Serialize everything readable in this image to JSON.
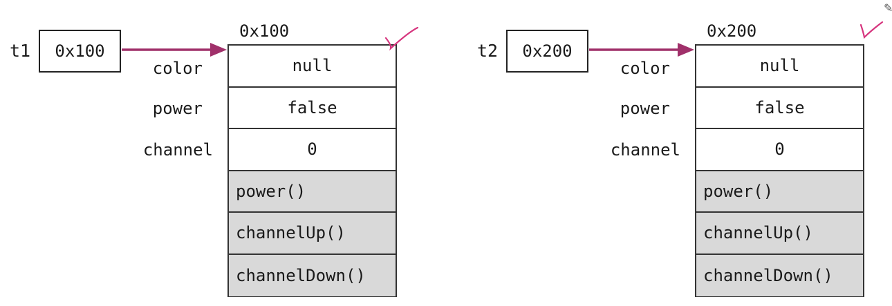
{
  "diagrams": [
    {
      "variable": "t1",
      "reference": "0x100",
      "object_address": "0x100",
      "fields": [
        {
          "label": "color",
          "value": "null"
        },
        {
          "label": "power",
          "value": "false"
        },
        {
          "label": "channel",
          "value": "0"
        }
      ],
      "methods": [
        "power()",
        "channelUp()",
        "channelDown()"
      ]
    },
    {
      "variable": "t2",
      "reference": "0x200",
      "object_address": "0x200",
      "fields": [
        {
          "label": "color",
          "value": "null"
        },
        {
          "label": "power",
          "value": "false"
        },
        {
          "label": "channel",
          "value": "0"
        }
      ],
      "methods": [
        "power()",
        "channelUp()",
        "channelDown()"
      ]
    }
  ],
  "colors": {
    "arrow": "#a0306a",
    "checkmark": "#d6357e",
    "method_fill": "#d9d9d9",
    "border": "#333333"
  },
  "icons": {
    "edit": "pencil-icon"
  }
}
